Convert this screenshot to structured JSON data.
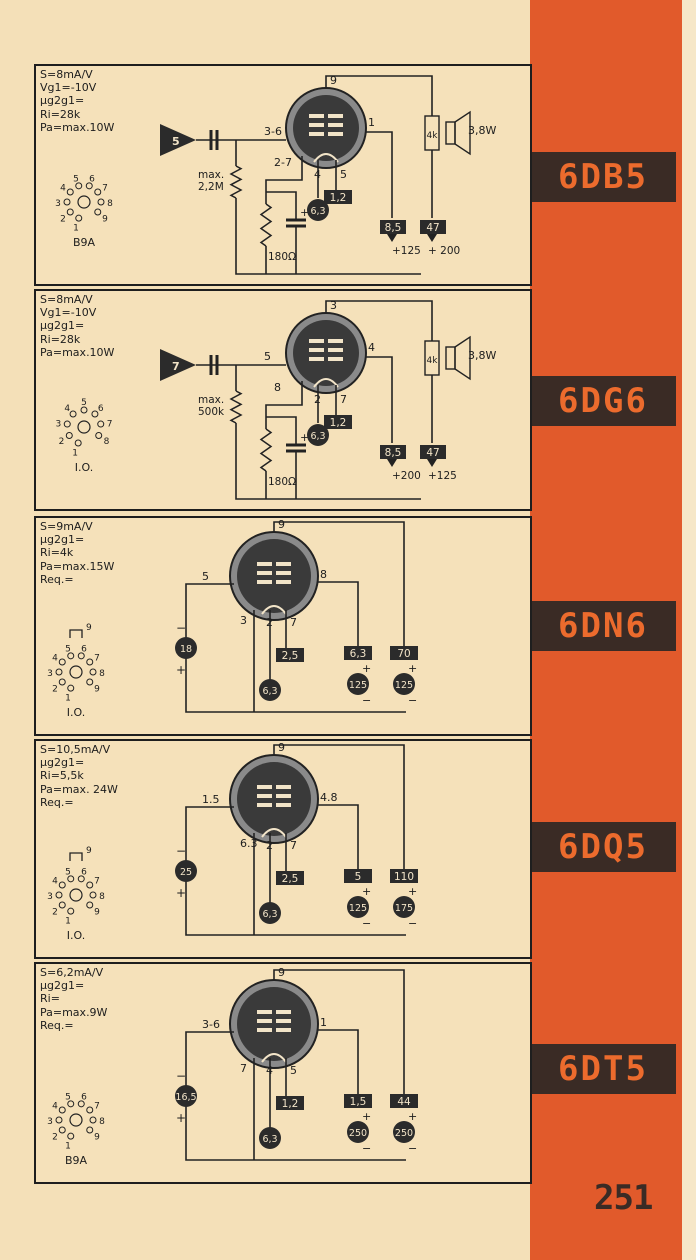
{
  "page_number": "251",
  "colors": {
    "strip": "#e15a2b",
    "tag_bg": "#3a2b25",
    "tag_text": "#ec6b2d",
    "paper": "#f4e0b8"
  },
  "tubes": [
    {
      "type": "6DB5",
      "specs": [
        "S=8mA/V",
        "Vg1=-10V",
        "µg2g1=",
        "Ri=28k",
        "Pa=max.10W"
      ],
      "base": "B9A",
      "base_pins": [
        "1",
        "2",
        "3",
        "4",
        "5",
        "6",
        "7",
        "8",
        "9"
      ],
      "stage": "5",
      "grid_pin": "3-6",
      "anode_pin": "9",
      "screen_pin": "1",
      "cathode_pin": "2-7",
      "heater_pins": [
        "4",
        "5"
      ],
      "grid_resistor": "max.\n2,2M",
      "cathode_resistor": "180Ω",
      "heater_current": "1,2",
      "heater_voltage": "6,3",
      "screen_current": "8,5",
      "anode_current": "47",
      "load": "4k",
      "speaker_power": "3,8W",
      "supply_left": "+125",
      "supply_right": "+ 200"
    },
    {
      "type": "6DG6",
      "specs": [
        "S=8mA/V",
        "Vg1=-10V",
        "µg2g1=",
        "Ri=28k",
        "Pa=max.10W"
      ],
      "base": "I.O.",
      "base_pins": [
        "1",
        "2",
        "3",
        "4",
        "5",
        "6",
        "7",
        "8"
      ],
      "stage": "7",
      "grid_pin": "5",
      "anode_pin": "3",
      "screen_pin": "4",
      "cathode_pin": "8",
      "heater_pins": [
        "2",
        "7"
      ],
      "grid_resistor": "max.\n500k",
      "cathode_resistor": "180Ω",
      "heater_current": "1,2",
      "heater_voltage": "6,3",
      "screen_current": "8,5",
      "anode_current": "47",
      "load": "4k",
      "speaker_power": "3,8W",
      "supply_left": "+200",
      "supply_right": "+125"
    },
    {
      "type": "6DN6",
      "specs": [
        "S=9mA/V",
        "µg2g1=",
        "Ri=4k",
        "Pa=max.15W",
        "Req.="
      ],
      "base": "I.O.",
      "base_pins": [
        "1",
        "2",
        "3",
        "4",
        "5",
        "6",
        "7",
        "8",
        "9"
      ],
      "top_cap": "9",
      "anode_pin": "9",
      "grid_pin": "5",
      "screen_pin": "8",
      "cathode_pin": "3",
      "heater_pins": [
        "2",
        "7"
      ],
      "grid_bias": "18",
      "heater_current": "2,5",
      "heater_voltage": "6,3",
      "screen_current": "6,3",
      "screen_voltage": "125",
      "anode_current": "70",
      "anode_voltage": "125"
    },
    {
      "type": "6DQ5",
      "specs": [
        "S=10,5mA/V",
        "µg2g1=",
        "Ri=5,5k",
        "Pa=max. 24W",
        "Req.="
      ],
      "base": "I.O.",
      "base_pins": [
        "1",
        "2",
        "3",
        "4",
        "5",
        "6",
        "7",
        "8",
        "9"
      ],
      "top_cap": "9",
      "anode_pin": "9",
      "grid_pin": "1.5",
      "screen_pin": "4.8",
      "cathode_pin": "6.3",
      "heater_pins": [
        "2",
        "7"
      ],
      "grid_bias": "25",
      "heater_current": "2,5",
      "heater_voltage": "6,3",
      "screen_current": "5",
      "screen_voltage": "125",
      "anode_current": "110",
      "anode_voltage": "175"
    },
    {
      "type": "6DT5",
      "specs": [
        "S=6,2mA/V",
        "µg2g1=",
        "Ri=",
        "Pa=max.9W",
        "Req.="
      ],
      "base": "B9A",
      "base_pins": [
        "1",
        "2",
        "3",
        "4",
        "5",
        "6",
        "7",
        "8",
        "9"
      ],
      "anode_pin": "9",
      "grid_pin": "3-6",
      "screen_pin": "1",
      "cathode_pin": "7",
      "heater_pins": [
        "4",
        "5"
      ],
      "grid_bias": "16,5",
      "heater_current": "1,2",
      "heater_voltage": "6,3",
      "screen_current": "1,5",
      "screen_voltage": "250",
      "anode_current": "44",
      "anode_voltage": "250"
    }
  ]
}
